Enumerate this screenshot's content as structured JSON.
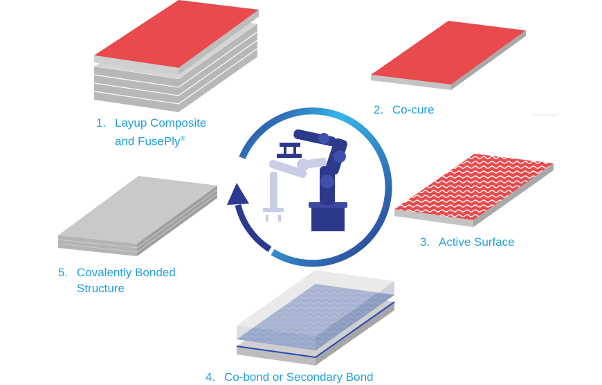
{
  "colors": {
    "label": "#1f9fdc",
    "red_surface": "#e84a4d",
    "ply_gray": "#c8c8c8",
    "cycle_arrow_light": "#35b6ea",
    "cycle_arrow_dark": "#2a3a8f",
    "robot_dark": "#2d3a8c",
    "robot_ghost": "#c9cde6",
    "bond_layer": "#6a86c6"
  },
  "steps": [
    {
      "number": "1.",
      "line1": "Layup Composite",
      "line2_prefix": "and FusePly",
      "line2_mark": "®"
    },
    {
      "number": "2.",
      "line1": "Co-cure"
    },
    {
      "number": "3.",
      "line1": "Active Surface"
    },
    {
      "number": "4.",
      "line1": "Co-bond or Secondary Bond"
    },
    {
      "number": "5.",
      "line1": "Covalently Bonded",
      "line2": "Structure"
    }
  ],
  "icons": {
    "center": "robot-arm-icon",
    "cycle": "cycle-arrow-icon"
  }
}
